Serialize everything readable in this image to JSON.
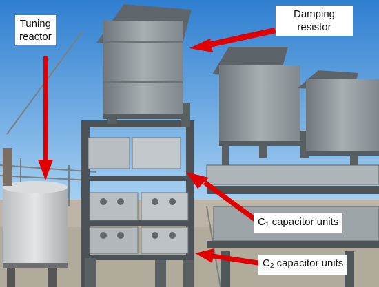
{
  "labels": {
    "tuning_reactor": {
      "line1": "Tuning",
      "line2": "reactor"
    },
    "damping_resistor": {
      "line1": "Damping",
      "line2": "resistor"
    },
    "c1": {
      "prefix": "C",
      "subscript": "1",
      "text": " capacitor units"
    },
    "c2": {
      "prefix": "C",
      "subscript": "2",
      "text": " capacitor units"
    }
  },
  "colors": {
    "sky": "#3f8fd6",
    "sky_light": "#9cc8ee",
    "arrow": "#e00000",
    "metal": "#8f979c",
    "ground": "#b9b2a4"
  }
}
